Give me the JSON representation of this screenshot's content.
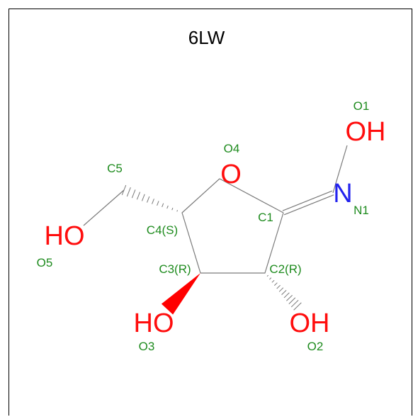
{
  "title": "6LW",
  "colors": {
    "oxygen": "#ff0d0d",
    "nitrogen": "#2222ee",
    "label": "#1e8b1e",
    "bond": "#7a7a7a",
    "wedge": "#ff0000"
  },
  "atoms": [
    {
      "id": "O1",
      "symbol": "OH",
      "label": "O1",
      "element": "O"
    },
    {
      "id": "N1",
      "symbol": "N",
      "label": "N1",
      "element": "N"
    },
    {
      "id": "O4",
      "symbol": "O",
      "label": "O4",
      "element": "O"
    },
    {
      "id": "C1",
      "symbol": "",
      "label": "C1",
      "element": "C"
    },
    {
      "id": "C2",
      "symbol": "",
      "label": "C2(R)",
      "element": "C"
    },
    {
      "id": "C3",
      "symbol": "",
      "label": "C3(R)",
      "element": "C"
    },
    {
      "id": "C4",
      "symbol": "",
      "label": "C4(S)",
      "element": "C"
    },
    {
      "id": "C5",
      "symbol": "",
      "label": "C5",
      "element": "C"
    },
    {
      "id": "O2",
      "symbol": "OH",
      "label": "O2",
      "element": "O"
    },
    {
      "id": "O3",
      "symbol": "HO",
      "label": "O3",
      "element": "O"
    },
    {
      "id": "O5",
      "symbol": "HO",
      "label": "O5",
      "element": "O"
    }
  ],
  "bonds": [
    {
      "from": "C1",
      "to": "O4",
      "type": "single"
    },
    {
      "from": "O4",
      "to": "C4",
      "type": "single"
    },
    {
      "from": "C4",
      "to": "C3",
      "type": "single"
    },
    {
      "from": "C3",
      "to": "C2",
      "type": "single"
    },
    {
      "from": "C2",
      "to": "C1",
      "type": "single"
    },
    {
      "from": "C1",
      "to": "N1",
      "type": "double"
    },
    {
      "from": "N1",
      "to": "O1",
      "type": "single"
    },
    {
      "from": "C4",
      "to": "C5",
      "type": "hash"
    },
    {
      "from": "C5",
      "to": "O5",
      "type": "single"
    },
    {
      "from": "C3",
      "to": "O3",
      "type": "wedge"
    },
    {
      "from": "C2",
      "to": "O2",
      "type": "hash"
    }
  ]
}
